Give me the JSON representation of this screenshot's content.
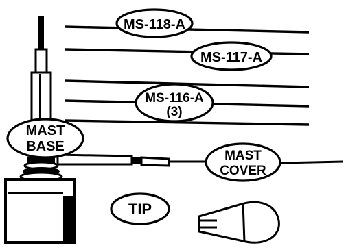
{
  "labels": {
    "ms118": "MS-118-A",
    "ms117": "MS-117-A",
    "ms116": "MS-116-A",
    "ms116_qty": "(3)",
    "mast_base_l1": "MAST",
    "mast_base_l2": "BASE",
    "mast_cover_l1": "MAST",
    "mast_cover_l2": "COVER",
    "tip": "TIP"
  }
}
